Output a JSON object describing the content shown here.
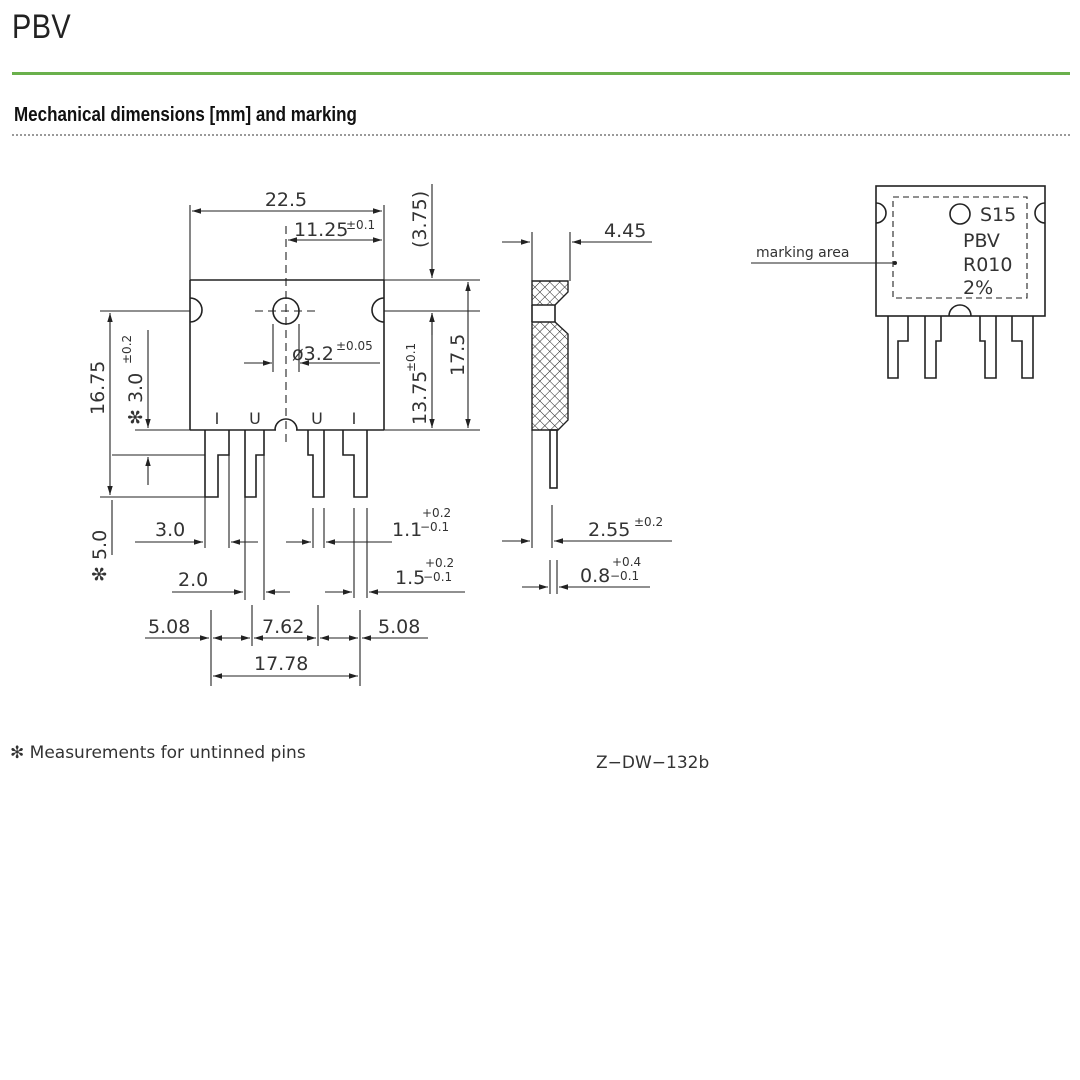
{
  "header": {
    "title": "PBV",
    "section_title": "Mechanical dimensions [mm] and marking"
  },
  "front_view": {
    "body_width": "22.5",
    "half_width": "11.25",
    "half_width_tol": "±0.1",
    "top_offset": "(3.75)",
    "hole": "ø3.2",
    "hole_tol": "±0.05",
    "overall_height": "16.75",
    "untinned_height": "✻ 3.0",
    "untinned_height_tol": "±0.2",
    "hole_to_bottom": "13.75",
    "hole_to_bottom_tol": "±0.1",
    "body_height": "17.5",
    "pin_labels": [
      "I",
      "U",
      "U",
      "I"
    ],
    "pin_len_untinned": "✻ 5.0",
    "pin_width_wide": "3.0",
    "pin_width_narrow": "2.0",
    "pin_thick_a": "1.1",
    "pin_thick_a_plus": "+0.2",
    "pin_thick_a_minus": "−0.1",
    "pin_thick_b": "1.5",
    "pin_thick_b_plus": "+0.2",
    "pin_thick_b_minus": "−0.1",
    "pitch_left": "5.08",
    "pitch_mid": "7.62",
    "pitch_right": "5.08",
    "pitch_total": "17.78"
  },
  "side_view": {
    "thickness": "4.45",
    "pin_offset": "2.55",
    "pin_offset_tol": "±0.2",
    "pin_thickness": "0.8",
    "pin_thickness_plus": "+0.4",
    "pin_thickness_minus": "−0.1"
  },
  "marking_view": {
    "area_label": "marking area",
    "lines": [
      "S15",
      "PBV",
      "R010",
      "2%"
    ]
  },
  "footnote": "✻ Measurements for untinned pins",
  "drawing_id": "Z−DW−132b"
}
